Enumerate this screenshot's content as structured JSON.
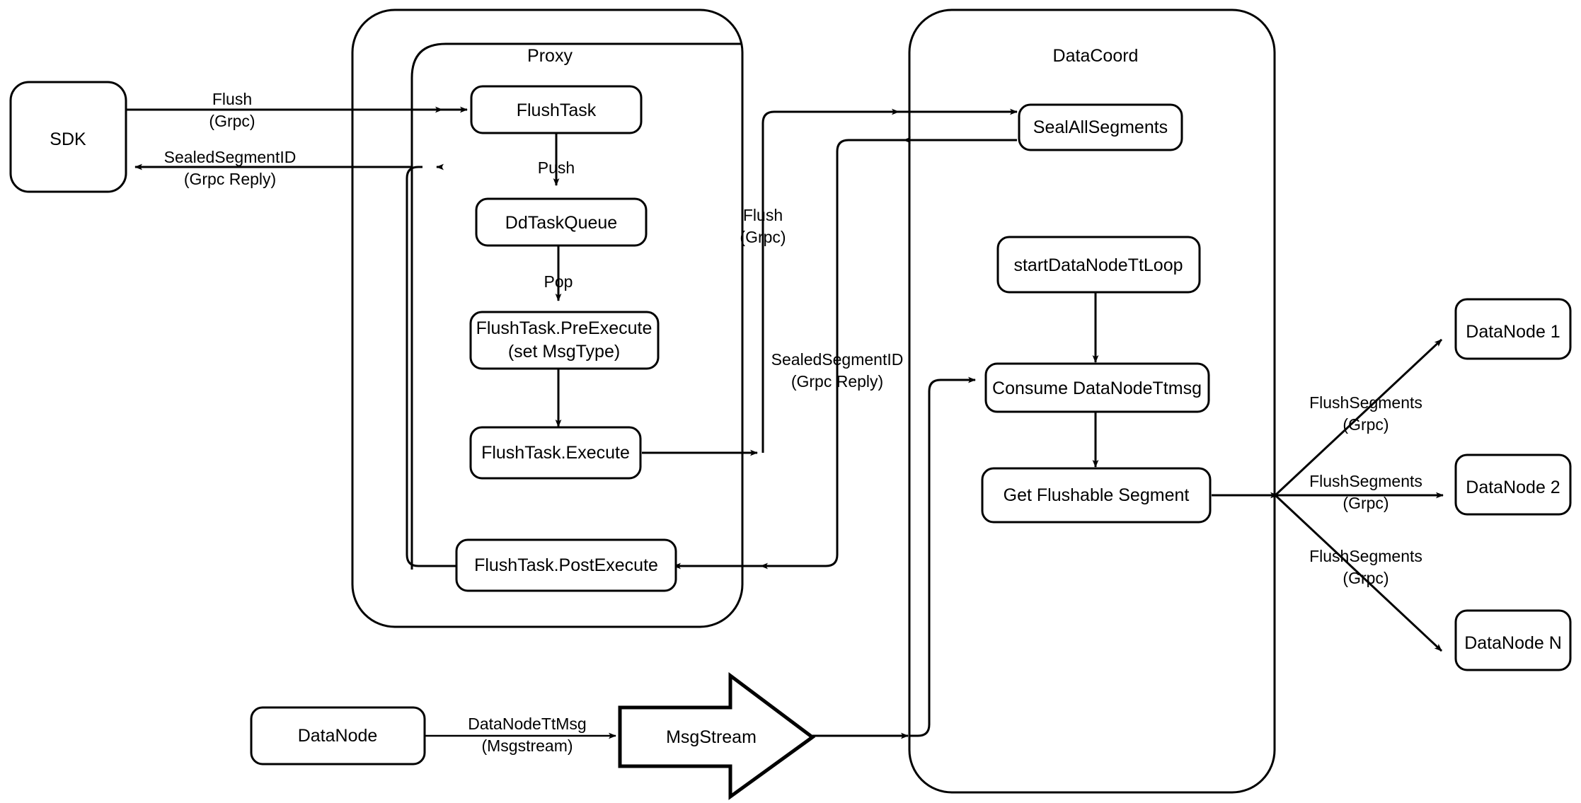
{
  "diagram": {
    "title": "Milvus Flush Sequence Architecture",
    "background_color": "#ffffff",
    "stroke_color": "#000000"
  },
  "groups": {
    "proxy": {
      "label": "Proxy"
    },
    "datacoord": {
      "label": "DataCoord"
    }
  },
  "nodes": {
    "sdk": {
      "label": "SDK"
    },
    "flush_task": {
      "label": "FlushTask"
    },
    "dd_task_queue": {
      "label": "DdTaskQueue"
    },
    "pre_execute_line1": {
      "label": "FlushTask.PreExecute"
    },
    "pre_execute_line2": {
      "label": "(set MsgType)"
    },
    "execute": {
      "label": "FlushTask.Execute"
    },
    "post_execute": {
      "label": "FlushTask.PostExecute"
    },
    "seal_all_segments": {
      "label": "SealAllSegments"
    },
    "start_datanode_tt_loop": {
      "label": "startDataNodeTtLoop"
    },
    "consume_datanode_ttmsg": {
      "label": "Consume DataNodeTtmsg"
    },
    "get_flushable_segment": {
      "label": "Get Flushable Segment"
    },
    "datanode_1": {
      "label": "DataNode 1"
    },
    "datanode_2": {
      "label": "DataNode 2"
    },
    "datanode_n": {
      "label": "DataNode N"
    },
    "datanode_bottom": {
      "label": "DataNode"
    },
    "msgstream": {
      "label": "MsgStream"
    }
  },
  "edge_labels": {
    "sdk_to_proxy_l1": {
      "label": "Flush"
    },
    "sdk_to_proxy_l2": {
      "label": "(Grpc)"
    },
    "proxy_to_sdk_l1": {
      "label": "SealedSegmentID"
    },
    "proxy_to_sdk_l2": {
      "label": "(Grpc Reply)"
    },
    "push": {
      "label": "Push"
    },
    "pop": {
      "label": "Pop"
    },
    "proxy_to_dc_l1": {
      "label": "Flush"
    },
    "proxy_to_dc_l2": {
      "label": "(Grpc)"
    },
    "dc_to_proxy_l1": {
      "label": "SealedSegmentID"
    },
    "dc_to_proxy_l2": {
      "label": "(Grpc Reply)"
    },
    "datanode_ttmsg_l1": {
      "label": "DataNodeTtMsg"
    },
    "datanode_ttmsg_l2": {
      "label": "(Msgstream)"
    },
    "flush_segments_1_l1": {
      "label": "FlushSegments"
    },
    "flush_segments_1_l2": {
      "label": "(Grpc)"
    },
    "flush_segments_2_l1": {
      "label": "FlushSegments"
    },
    "flush_segments_2_l2": {
      "label": "(Grpc)"
    },
    "flush_segments_n_l1": {
      "label": "FlushSegments"
    },
    "flush_segments_n_l2": {
      "label": "(Grpc)"
    }
  }
}
